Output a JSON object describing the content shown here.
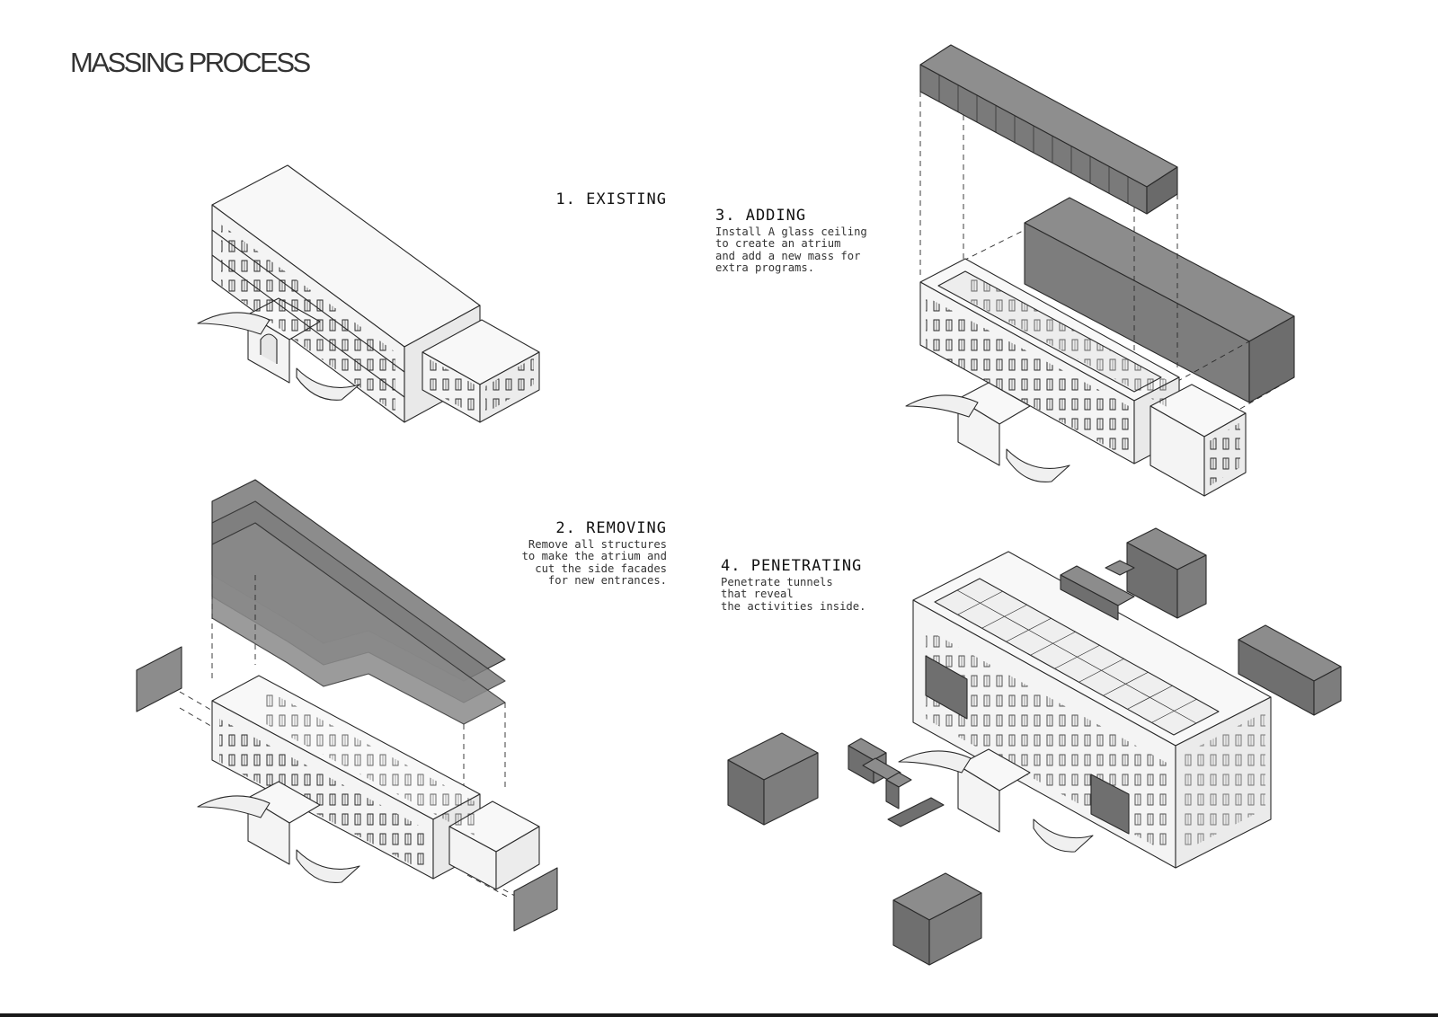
{
  "title": "MASSING PROCESS",
  "steps": [
    {
      "heading": "1. EXISTING",
      "description": ""
    },
    {
      "heading": "2. REMOVING",
      "description": "Remove all structures\nto make the atrium and\ncut the side facades\nfor new entrances."
    },
    {
      "heading": "3. ADDING",
      "description": "Install A glass ceiling\nto create an atrium\nand add a new mass for\nextra programs."
    },
    {
      "heading": "4. PENETRATING",
      "description": "Penetrate tunnels\nthat reveal\nthe activities inside."
    }
  ],
  "colors": {
    "ink": "#2a2a2a",
    "wall_fill": "#f4f4f4",
    "roof_fill": "#f8f8f8",
    "new_mass": "#8c8c8c",
    "new_mass_dark": "#6f6f6f",
    "glass": "#f0f0f0"
  }
}
